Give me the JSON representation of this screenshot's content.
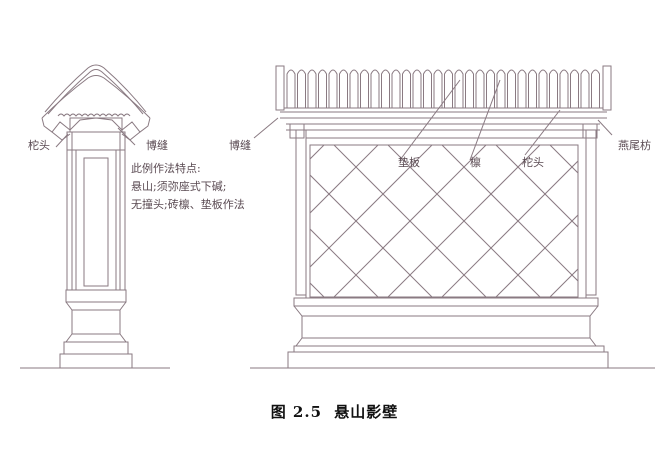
{
  "figure": {
    "caption_number": "图 2.5",
    "caption_title": "悬山影壁"
  },
  "side_elevation": {
    "labels": {
      "tuotou": "柁头",
      "boufeng": "博缝"
    }
  },
  "front_elevation": {
    "labels": {
      "boufeng": "博缝",
      "dianban": "垫板",
      "lin": "檩",
      "tuotou": "柁头",
      "yanweifang": "燕尾枋"
    }
  },
  "note": {
    "lines": [
      "此例作法特点:",
      "悬山;须弥座式下碱;",
      "无撞头;砖檩、垫板作法"
    ]
  },
  "colors": {
    "line": "#8a7a82",
    "caption": "#111111",
    "background": "#ffffff"
  }
}
